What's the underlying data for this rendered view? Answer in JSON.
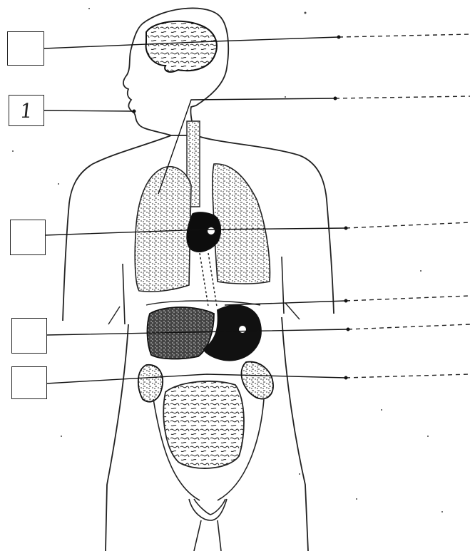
{
  "diagram": {
    "style": "black-and-white line drawing of human body with internal organs",
    "labels": [
      {
        "id": "brain",
        "value": ""
      },
      {
        "id": "mouth",
        "value": "1"
      },
      {
        "id": "heart",
        "value": ""
      },
      {
        "id": "liver-stomach",
        "value": ""
      },
      {
        "id": "kidney",
        "value": ""
      }
    ],
    "answer_lines": 6,
    "colors": {
      "ink": "#222222",
      "paper": "#ffffff",
      "organ_dark": "#111111"
    }
  }
}
